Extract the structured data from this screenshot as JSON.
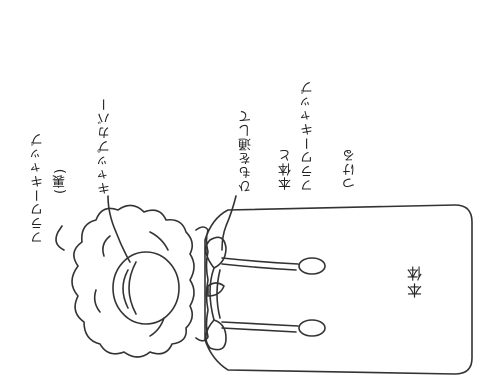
{
  "labels": {
    "flower_cap_back": "フラワーキャップ",
    "flower_cap_back_sub": "(裏)",
    "cap_cover": "キャップカバー",
    "string_note_line1": "ひもを通して",
    "string_note_line2": "本体と",
    "string_note_line3": "フラワーキャップ",
    "string_note_line4": "つける",
    "main_body": "本体"
  },
  "colors": {
    "line": "#333333",
    "background": "#ffffff"
  }
}
